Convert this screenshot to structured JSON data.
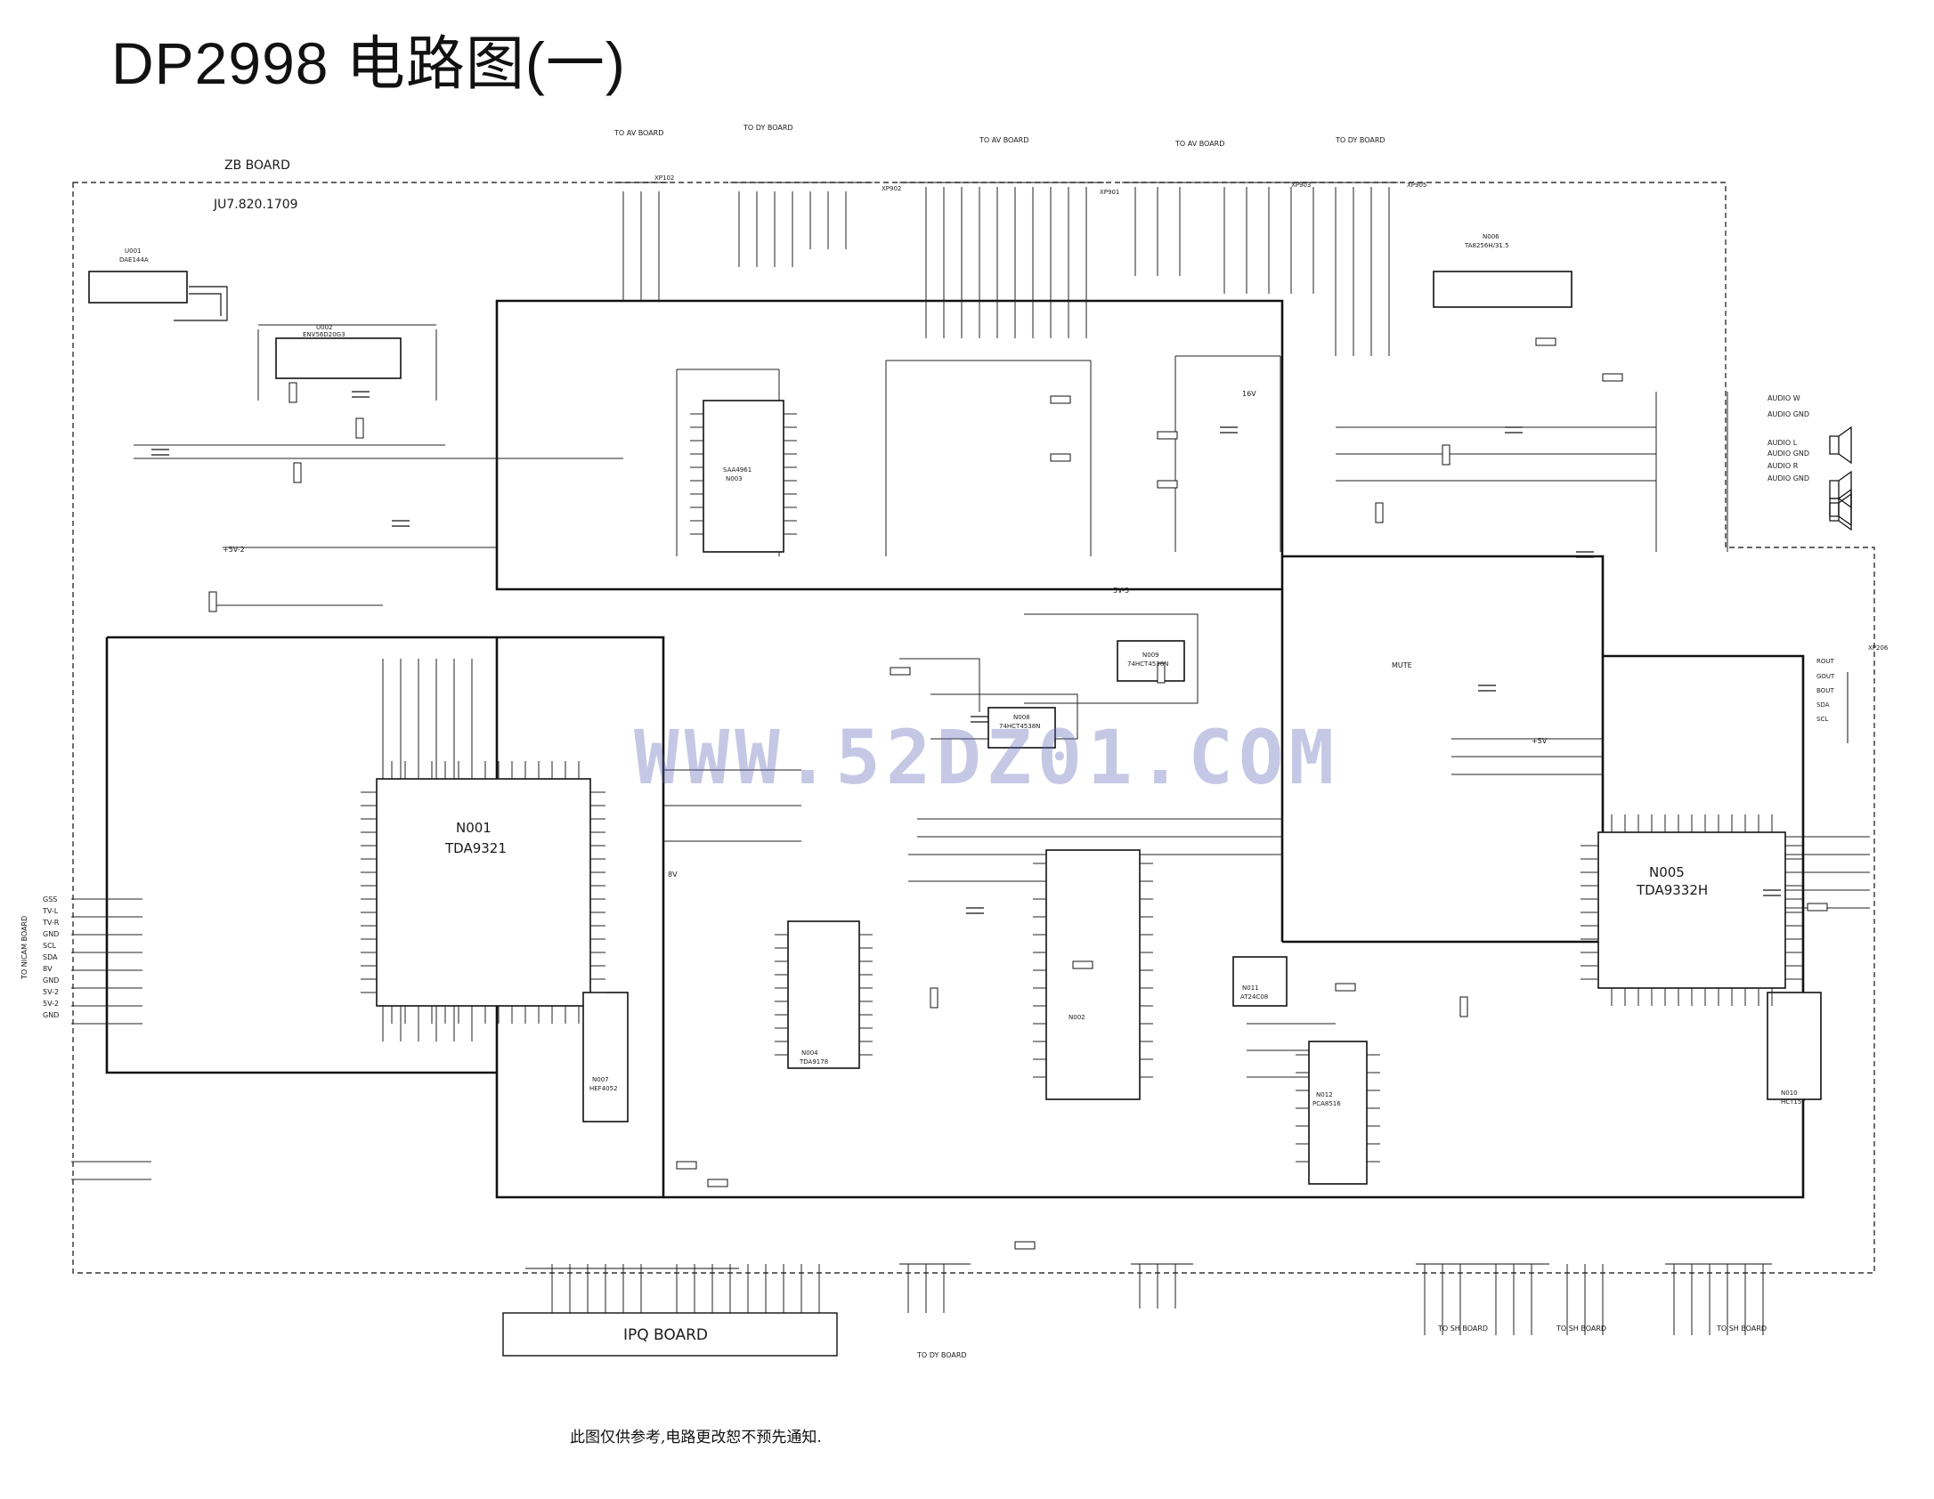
{
  "title": "DP2998 电路图(一)",
  "board": {
    "name": "ZB BOARD",
    "code": "JU7.820.1709"
  },
  "connectors_top": [
    {
      "label": "TO AV BOARD",
      "ref": "XP102"
    },
    {
      "label": "TO DY BOARD",
      "ref": "XP902"
    },
    {
      "label": "TO AV BOARD",
      "ref": "XP901"
    },
    {
      "label": "TO AV BOARD",
      "ref": "XP903"
    },
    {
      "label": "TO DY BOARD",
      "ref": "XP905"
    }
  ],
  "connectors_bottom": [
    {
      "label": "IPQ BOARD"
    },
    {
      "label": "TO DY BOARD"
    },
    {
      "label": "TO SH BOARD"
    },
    {
      "label": "TO SH BOARD"
    },
    {
      "label": "TO SH BOARD"
    }
  ],
  "left_connector": {
    "label": "TO NICAM BOARD",
    "pins": [
      "GSS",
      "TV-L",
      "TV-R",
      "GND",
      "SCL",
      "SDA",
      "8V",
      "GND",
      "5V-2",
      "5V-2",
      "GND"
    ]
  },
  "chips": [
    {
      "ref": "N001",
      "part": "TDA9321"
    },
    {
      "ref": "N005",
      "part": "TDA9332H"
    },
    {
      "ref": "N002",
      "part": ""
    },
    {
      "ref": "N003",
      "part": "SAA4961"
    },
    {
      "ref": "N004",
      "part": "TDA9178"
    },
    {
      "ref": "N006",
      "part": "TA8256H/31.5"
    },
    {
      "ref": "N007",
      "part": "HEF4052"
    },
    {
      "ref": "N008",
      "part": "74HCT4538N"
    },
    {
      "ref": "N009",
      "part": "74HCT4538N"
    },
    {
      "ref": "N010",
      "part": "HCT157"
    },
    {
      "ref": "N011",
      "part": "AT24C08"
    },
    {
      "ref": "N012",
      "part": "PCA8516"
    },
    {
      "ref": "U001",
      "part": "DAE144A"
    },
    {
      "ref": "U002",
      "part": "ENV56D20G3"
    }
  ],
  "audio_outputs": [
    "AUDIO W",
    "AUDIO GND",
    "AUDIO L",
    "AUDIO GND",
    "AUDIO R",
    "AUDIO GND"
  ],
  "right_connector": {
    "ref": "XP206",
    "pins": [
      "ROUT",
      "GOUT",
      "BOUT",
      "SDA",
      "SCL"
    ]
  },
  "annotations": [
    "MUTE",
    "+5V-2",
    "+5V",
    "5V-3",
    "8V",
    "16V"
  ],
  "watermark": "WWW.52DZ01.COM",
  "footnote": "此图仅供参考,电路更改恕不预先通知."
}
